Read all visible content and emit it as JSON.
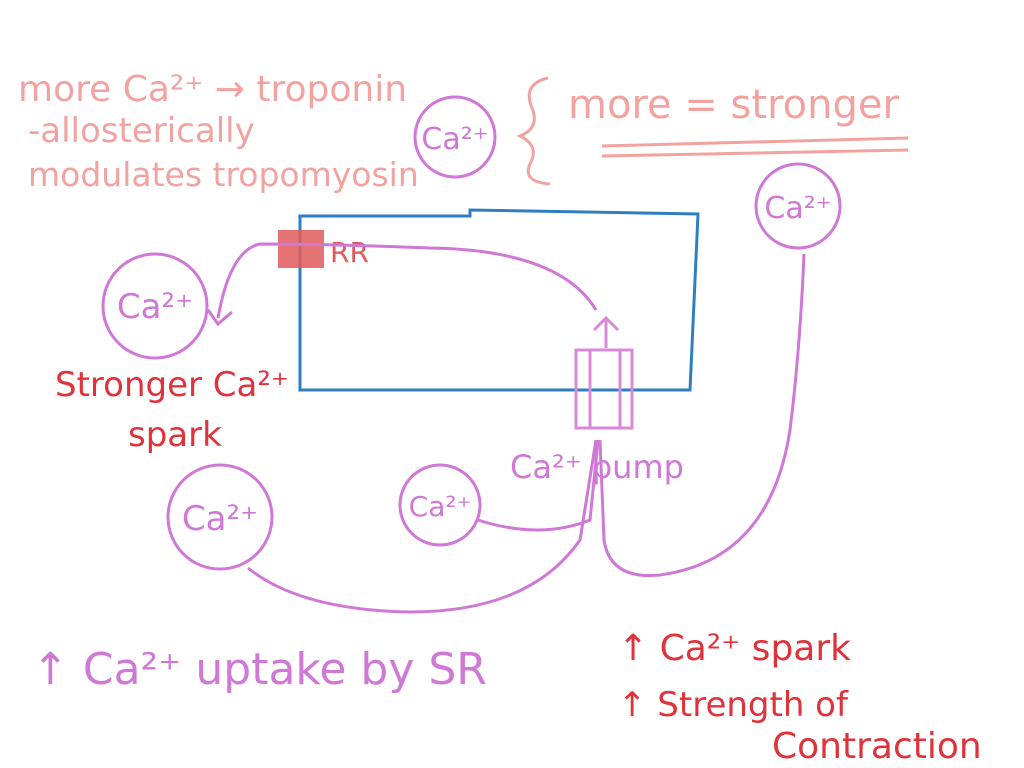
{
  "colors": {
    "salmon": "#f2a3a0",
    "purple": "#cf78d6",
    "blue": "#2f7fc0",
    "red": "#e0323a",
    "pump_box": "#d88ad8"
  },
  "notes": {
    "line1": "more Ca²⁺ → troponin",
    "line2": "-allosterically",
    "line3": "modulates tropomyosin",
    "brace_note": "more = stronger"
  },
  "labels": {
    "ca": "Ca²⁺",
    "rr": "RR",
    "spark_line1": "Stronger Ca²⁺",
    "spark_line2": "spark",
    "pump": "Ca²⁺ pump",
    "uptake": "↑ Ca²⁺ uptake by SR",
    "effect1": "↑ Ca²⁺ spark",
    "effect2_line1": "↑ Strength of",
    "effect2_line2": "Contraction"
  }
}
